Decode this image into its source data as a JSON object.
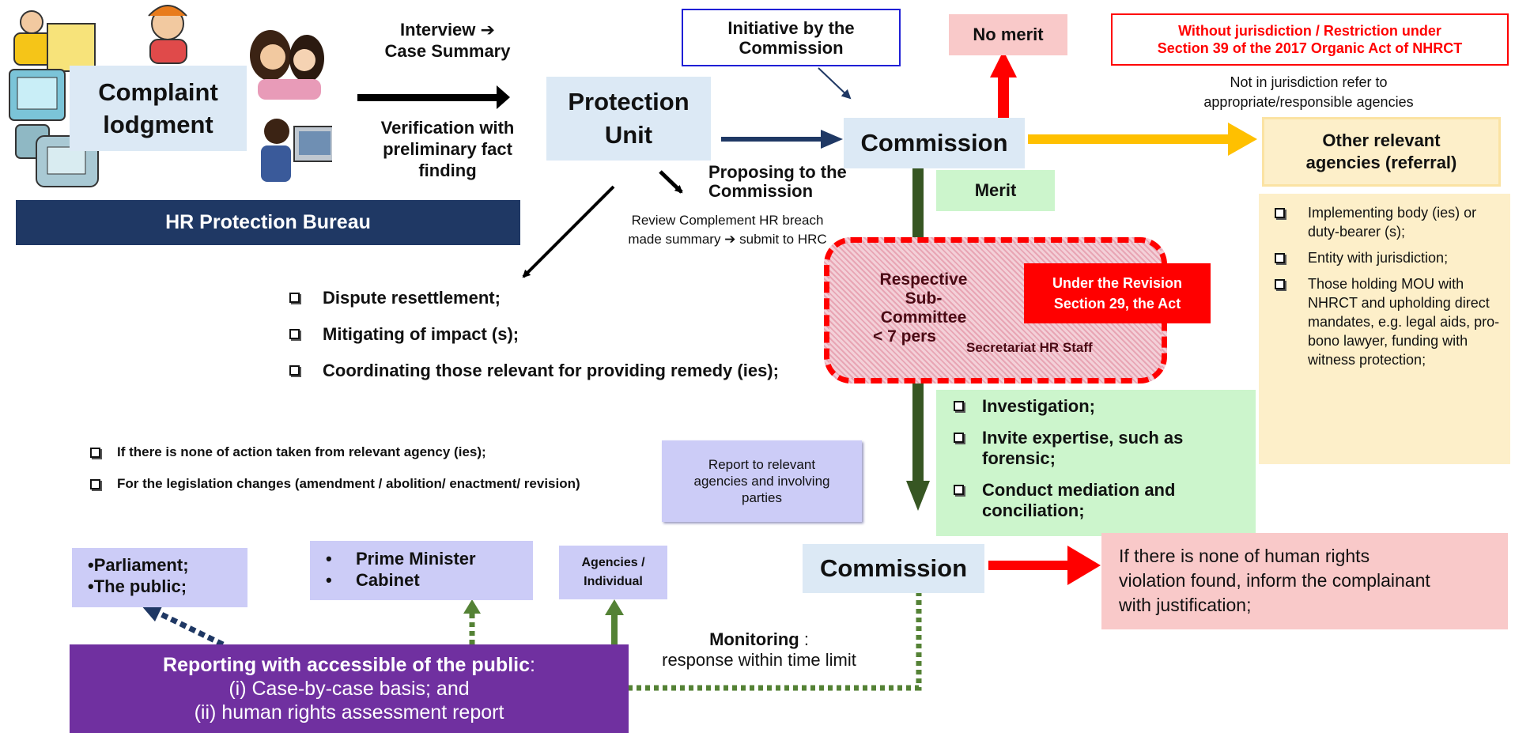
{
  "complaint_box": {
    "line1": "Complaint",
    "line2": "lodgment"
  },
  "bureau_label": "HR Protection Bureau",
  "interview_label": {
    "line1": "Interview ➔",
    "line2": "Case Summary"
  },
  "verification_label": {
    "line1": "Verification with",
    "line2": "preliminary fact",
    "line3": "finding"
  },
  "protection_unit": {
    "line1": "Protection",
    "line2": "Unit"
  },
  "initiative_box": {
    "line1": "Initiative by the",
    "line2": "Commission"
  },
  "commission_top": "Commission",
  "proposing_label": {
    "line1": "Proposing to the",
    "line2": "Commission"
  },
  "review_label": {
    "line1": "Review Complement  HR breach",
    "line2": "made summary ➔ submit to HRC"
  },
  "no_merit": "No merit",
  "jurisdiction_box": {
    "line1": "Without jurisdiction / Restriction under",
    "line2": "Section 39 of the 2017 Organic Act of NHRCT"
  },
  "not_in_jurisdiction": {
    "line1": "Not in jurisdiction refer to",
    "line2": "appropriate/responsible agencies"
  },
  "other_agencies": {
    "line1": "Other relevant",
    "line2": "agencies (referral)"
  },
  "other_agencies_list": [
    "Implementing body (ies) or duty-bearer (s);",
    "Entity with jurisdiction;",
    "Those holding MOU with NHRCT and upholding direct mandates, e.g. legal aids, pro-bono lawyer, funding with witness protection;"
  ],
  "merit": "Merit",
  "subcommittee": {
    "line1": "Respective",
    "line2": "Sub-",
    "line3": "Committee",
    "line4": "< 7 pers"
  },
  "secretariat": "Secretariat HR Staff",
  "revision_box": {
    "line1": "Under the Revision",
    "line2": "Section 29, the Act"
  },
  "dispute_list": [
    "Dispute resettlement;",
    "Mitigating of impact (s);",
    "Coordinating those relevant for providing remedy (ies);"
  ],
  "investigation_list": [
    "Investigation;",
    "Invite expertise, such as forensic;",
    "Conduct mediation and conciliation;"
  ],
  "conditions_list": [
    "If there is none of action taken from relevant agency (ies);",
    "For the legislation changes (amendment / abolition/ enactment/ revision)"
  ],
  "report_note": {
    "line1": "Report to relevant",
    "line2": "agencies and involving",
    "line3": "parties"
  },
  "commission_bottom": "Commission",
  "no_violation": {
    "line1": "If there is none of human rights",
    "line2": "violation found, inform the complainant",
    "line3": "with justification;"
  },
  "parliament_box": {
    "line1": "•Parliament;",
    "line2": "•The public;"
  },
  "pm_box": {
    "line1": "Prime Minister",
    "line2": "Cabinet"
  },
  "agencies_box": {
    "line1": "Agencies /",
    "line2": "Individual"
  },
  "monitoring": {
    "bold": "Monitoring",
    "rest": " :",
    "line2": "response within time limit"
  },
  "reporting_box": {
    "bold": "Reporting with accessible of the public",
    "rest": ":",
    "line2": "(i) Case-by-case basis; and",
    "line3": "(ii) human rights assessment report"
  },
  "colors": {
    "navy": "#1f3864",
    "purple": "#7030a0",
    "red": "#ff0000",
    "dark_green": "#375623",
    "gold": "#ffc000"
  }
}
